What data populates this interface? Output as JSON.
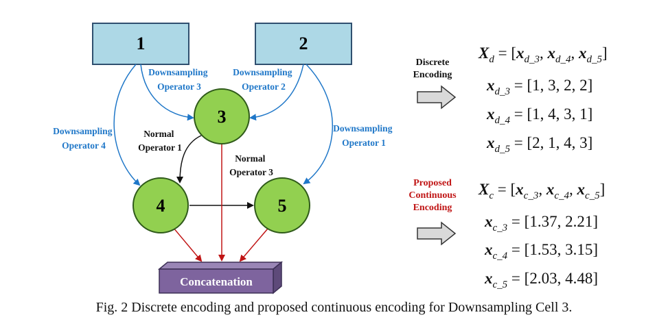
{
  "nodes": {
    "n1": "1",
    "n2": "2",
    "n3": "3",
    "n4": "4",
    "n5": "5",
    "concat": "Concatenation"
  },
  "edges": {
    "ds3": [
      "Downsampling",
      "Operator 3"
    ],
    "ds2": [
      "Downsampling",
      "Operator 2"
    ],
    "ds4": [
      "Downsampling",
      "Operator 4"
    ],
    "ds1": [
      "Downsampling",
      "Operator 1"
    ],
    "norm1": [
      "Normal",
      "Operator 1"
    ],
    "norm3": [
      "Normal",
      "Operator 3"
    ]
  },
  "discrete": {
    "label_line1": "Discrete",
    "label_line2": "Encoding",
    "eq_main": {
      "lhs": "X",
      "sub": "d",
      "rhs_subs": [
        "d_3",
        "d_4",
        "d_5"
      ]
    },
    "rows": [
      {
        "sub": "d_3",
        "value": "[1, 3, 2, 2]"
      },
      {
        "sub": "d_4",
        "value": "[1, 4, 3, 1]"
      },
      {
        "sub": "d_5",
        "value": "[2, 1, 4, 3]"
      }
    ]
  },
  "continuous": {
    "label_line1": "Proposed",
    "label_line2": "Continuous",
    "label_line3": "Encoding",
    "eq_main": {
      "lhs": "X",
      "sub": "c",
      "rhs_subs": [
        "c_3",
        "c_4",
        "c_5"
      ]
    },
    "rows": [
      {
        "sub": "c_3",
        "value": "[1.37, 2.21]"
      },
      {
        "sub": "c_4",
        "value": "[1.53, 3.15]"
      },
      {
        "sub": "c_5",
        "value": "[2.03, 4.48]"
      }
    ]
  },
  "caption": "Fig. 2  Discrete encoding and proposed continuous encoding for Downsampling Cell 3.",
  "colors": {
    "input_box": "#add8e6",
    "node_green": "#92d050",
    "concat_purple": "#7e649e",
    "blue_edge": "#1f77c8",
    "red_edge": "#c01515",
    "red_label": "#c01515"
  }
}
